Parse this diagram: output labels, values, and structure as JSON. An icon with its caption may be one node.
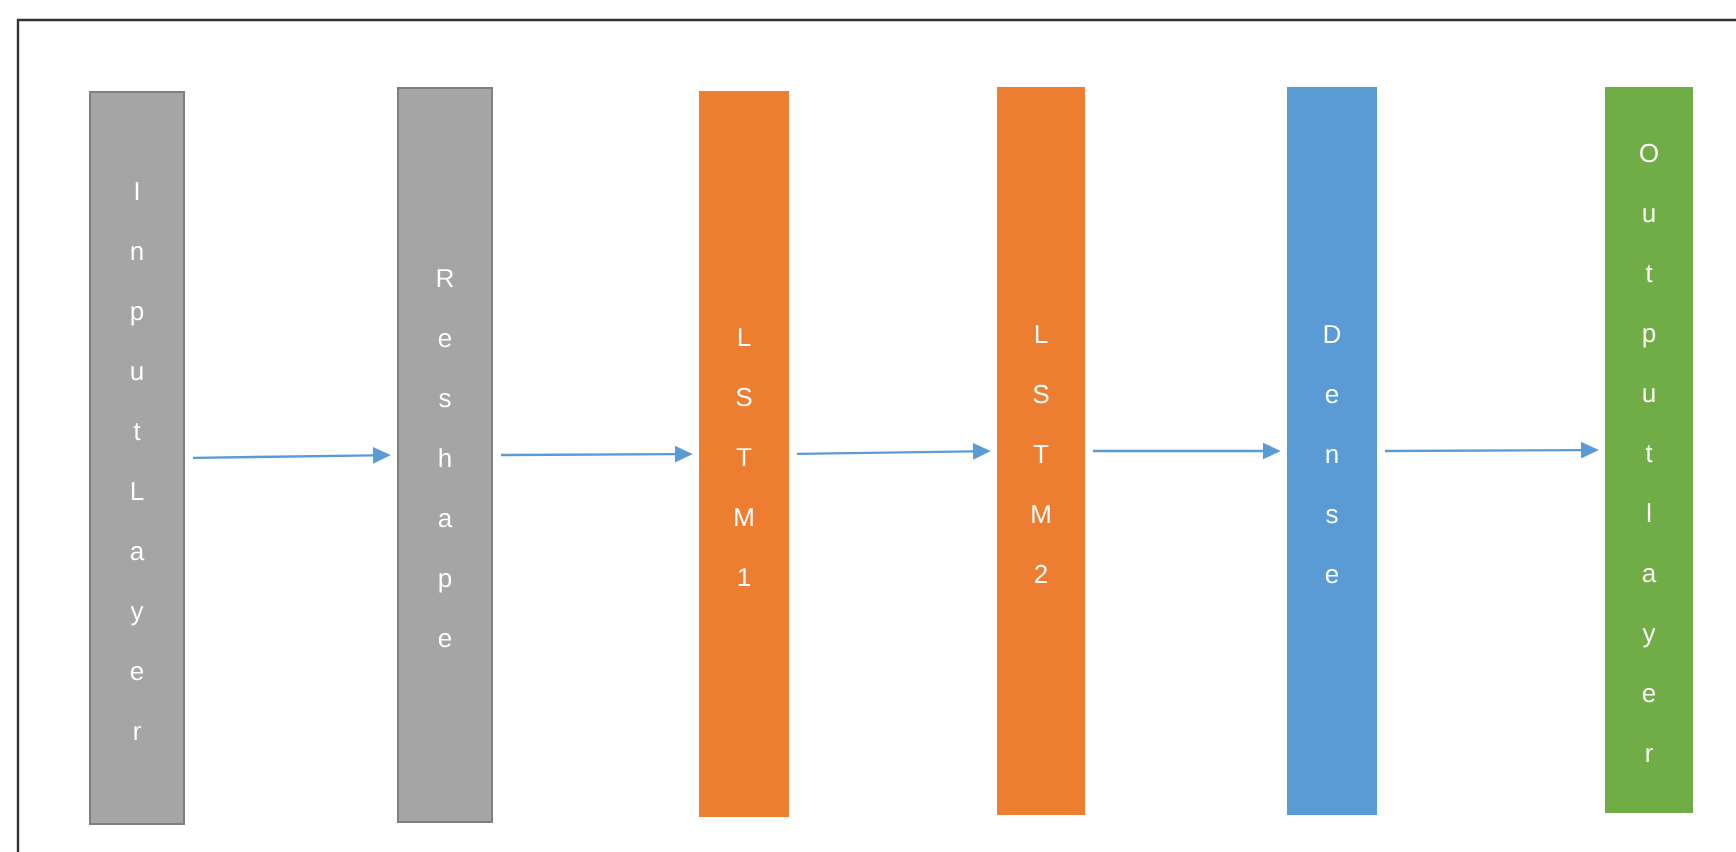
{
  "diagram": {
    "nodes": [
      {
        "text": [
          "InputLayer"
        ]
      },
      {
        "text": [
          "Reshape"
        ]
      },
      {
        "text": [
          "LSTM1"
        ]
      },
      {
        "text": [
          "LSTM2"
        ]
      },
      {
        "text": [
          "Dense"
        ]
      },
      {
        "text": [
          "Outputlayer"
        ]
      }
    ],
    "edges": [
      {
        "from": 0,
        "to": 1,
        "arrow": "to"
      },
      {
        "from": 1,
        "to": 2,
        "arrow": "to"
      },
      {
        "from": 2,
        "to": 3,
        "arrow": "to"
      },
      {
        "from": 3,
        "to": 4,
        "arrow": "to"
      },
      {
        "from": 4,
        "to": 5,
        "arrow": "to"
      }
    ]
  }
}
